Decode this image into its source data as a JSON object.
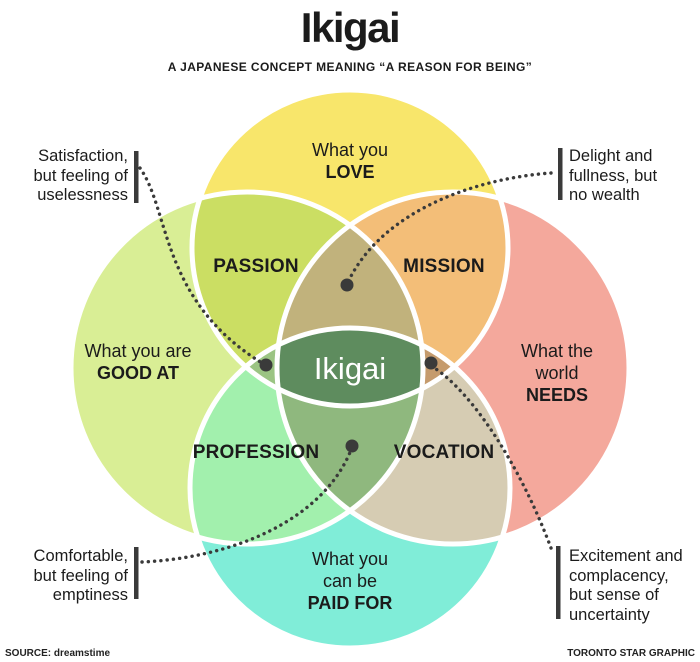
{
  "title": "Ikigai",
  "subtitle": "A JAPANESE CONCEPT MEANING “A REASON FOR BEING”",
  "circles": {
    "love": {
      "line1": "What you",
      "line2": "LOVE"
    },
    "good_at": {
      "line1": "What you are",
      "line2": "GOOD AT"
    },
    "needs": {
      "line1": "What the",
      "line2": "world",
      "line3": "NEEDS"
    },
    "paid_for": {
      "line1": "What you",
      "line2": "can be",
      "line3": "PAID FOR"
    }
  },
  "overlaps": {
    "passion": "PASSION",
    "mission": "MISSION",
    "profession": "PROFESSION",
    "vocation": "VOCATION",
    "center": "Ikigai"
  },
  "annotations": {
    "top_left": {
      "line1": "Satisfaction,",
      "line2": "but feeling of",
      "line3": "uselessness"
    },
    "top_right": {
      "line1": "Delight and",
      "line2": "fullness, but",
      "line3": "no wealth"
    },
    "bottom_left": {
      "line1": "Comfortable,",
      "line2": "but feeling of",
      "line3": "emptiness"
    },
    "bottom_right": {
      "line1": "Excitement and",
      "line2": "complacency,",
      "line3": "but sense of",
      "line4": "uncertainty"
    }
  },
  "footer": {
    "source": "SOURCE: dreamstime",
    "credit": "TORONTO STAR GRAPHIC"
  },
  "colors": {
    "love": "#F8E66B",
    "good_at": "#D9EE95",
    "needs": "#F4A89C",
    "paid_for": "#80EDD8",
    "passion": "#CBDE63",
    "mission": "#F3BE78",
    "profession": "#A2F0AD",
    "vocation": "#D6CCB3",
    "petal_top": "#C1B27C",
    "petal_left": "#9BC483",
    "petal_right": "#C59B6D",
    "petal_bottom": "#8FB87E",
    "center": "#5E8C5E",
    "outline": "#ffffff",
    "connector": "#3a3a3a"
  }
}
